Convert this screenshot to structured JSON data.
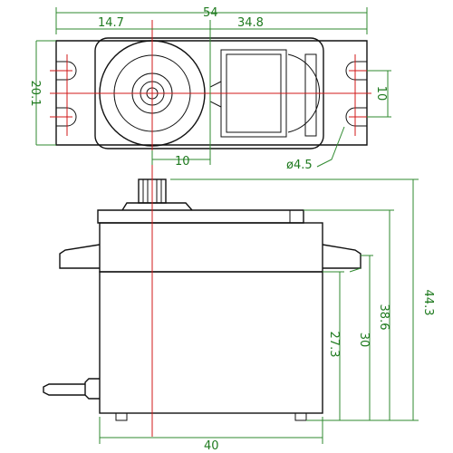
{
  "dimensions": {
    "top_width": "54",
    "left_offset": "14.7",
    "right_offset": "34.8",
    "tab_height": "20.1",
    "inner_height": "10",
    "shaft_spacing": "10",
    "hole_diameter": "ø4.5",
    "total_height": "44.3",
    "body_height": "38.6",
    "flange_height": "30",
    "lower_height": "27.3",
    "body_width": "40"
  },
  "colors": {
    "outline": "#111111",
    "dimension": "#2f8a2f",
    "centerline": "#d01818"
  }
}
